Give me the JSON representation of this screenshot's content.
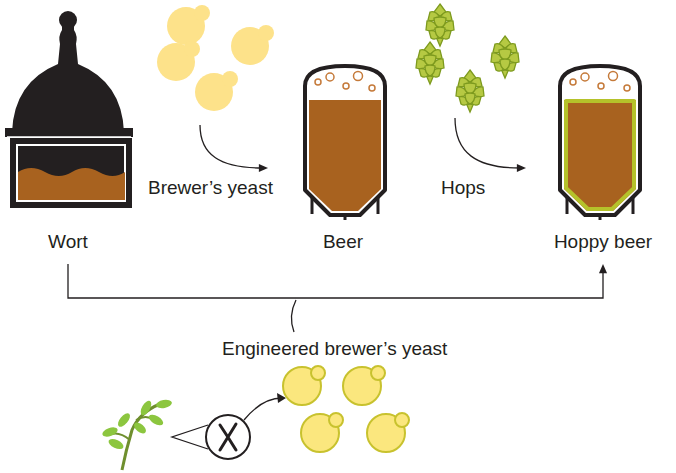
{
  "diagram": {
    "nodes": [
      {
        "text": [
          "Wort"
        ]
      },
      {
        "text": [
          "Beer"
        ]
      },
      {
        "text": [
          "Hoppy beer"
        ]
      }
    ],
    "edges": [
      {
        "from": 0,
        "to": 1,
        "arrow": "to",
        "label": "Brewer’s yeast"
      },
      {
        "from": 1,
        "to": 2,
        "arrow": "to",
        "label": "Hops"
      },
      {
        "from": 0,
        "to": 2,
        "arrow": "to",
        "label": "Engineered brewer’s yeast"
      }
    ]
  }
}
